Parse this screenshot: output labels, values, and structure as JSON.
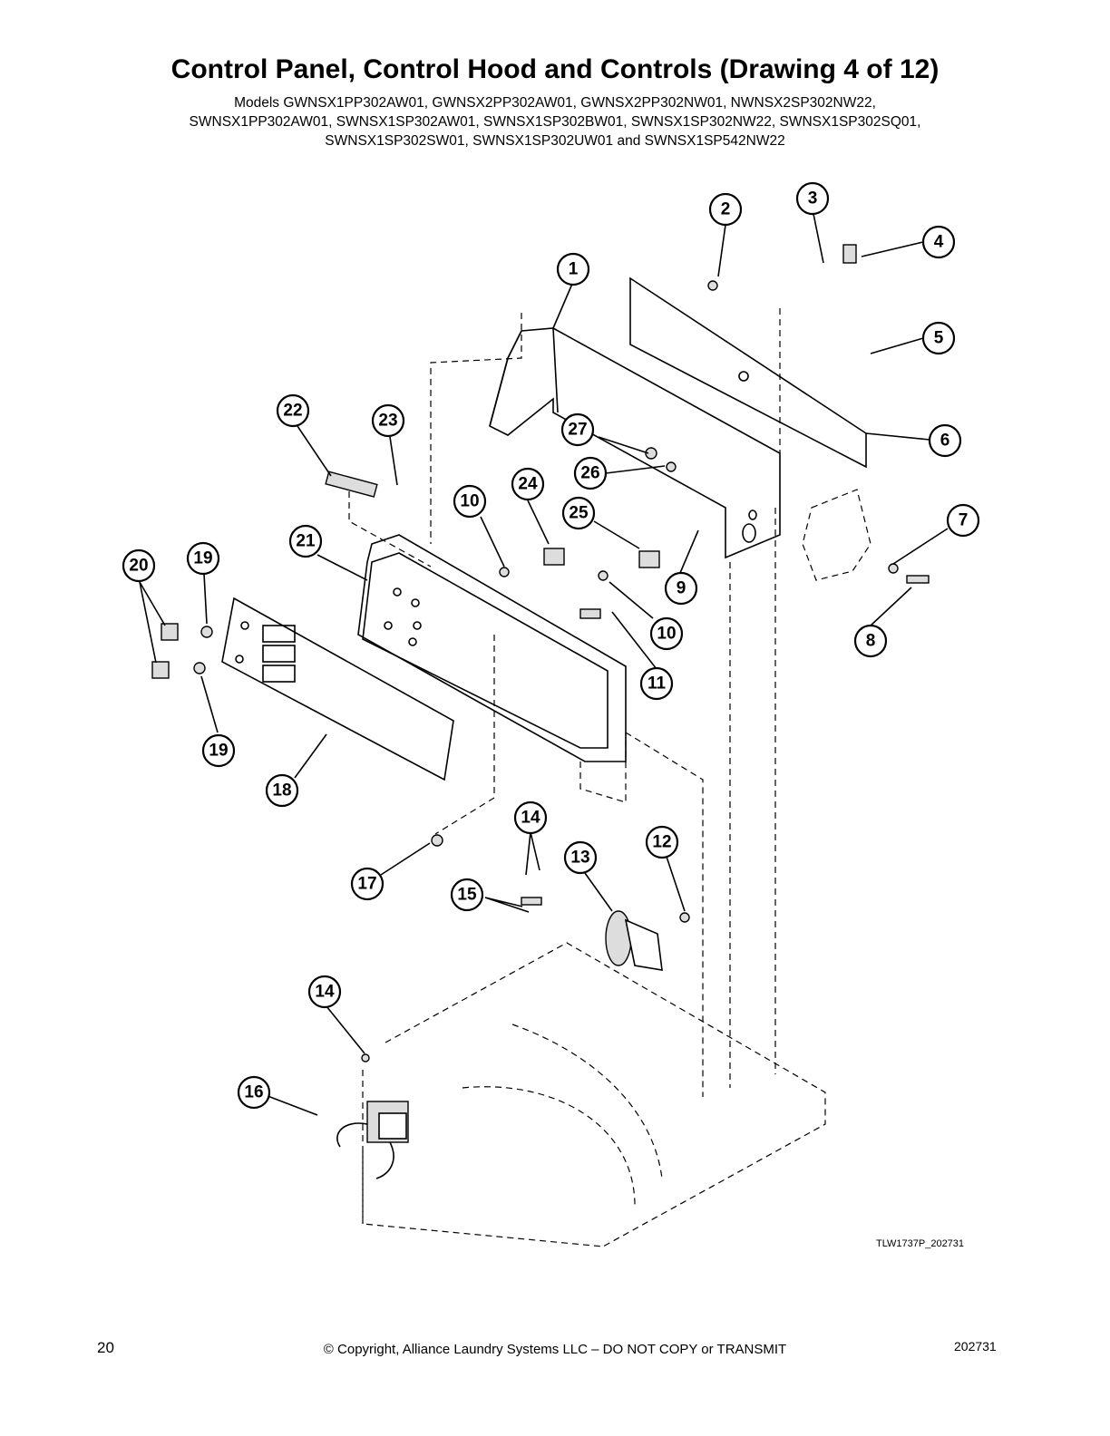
{
  "header": {
    "title": "Control Panel, Control Hood and Controls (Drawing 4 of 12)",
    "models_lines": [
      "Models GWNSX1PP302AW01, GWNSX2PP302AW01, GWNSX2PP302NW01, NWNSX2SP302NW22,",
      "SWNSX1PP302AW01, SWNSX1SP302AW01, SWNSX1SP302BW01, SWNSX1SP302NW22, SWNSX1SP302SQ01,",
      "SWNSX1SP302SW01, SWNSX1SP302UW01 and SWNSX1SP542NW22"
    ]
  },
  "diagram": {
    "callouts": [
      "1",
      "2",
      "3",
      "4",
      "5",
      "6",
      "7",
      "8",
      "9",
      "10",
      "10",
      "11",
      "12",
      "13",
      "14",
      "14",
      "15",
      "16",
      "17",
      "18",
      "19",
      "19",
      "20",
      "21",
      "22",
      "23",
      "24",
      "25",
      "26",
      "27"
    ],
    "drawing_code": "TLW1737P_202731"
  },
  "footer": {
    "page_number": "20",
    "copyright": "© Copyright, Alliance Laundry Systems LLC – DO NOT COPY or TRANSMIT",
    "doc_number": "202731"
  }
}
